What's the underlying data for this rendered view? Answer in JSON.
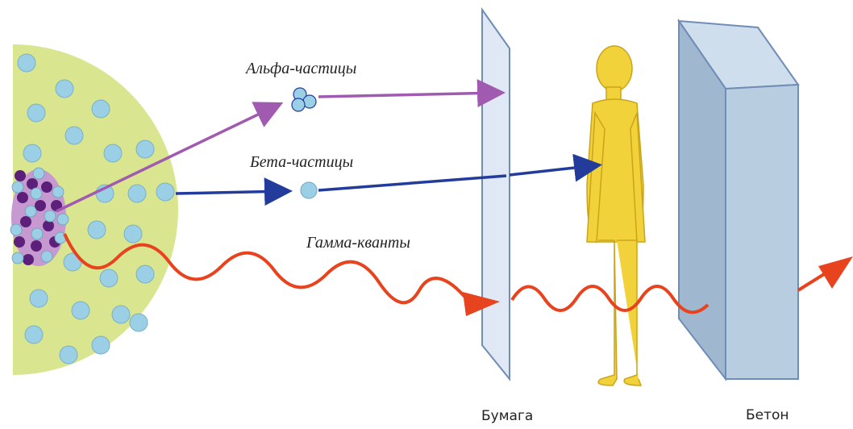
{
  "labels": {
    "alpha": "Альфа-частицы",
    "beta": "Бета-частицы",
    "gamma": "Гамма-кванты",
    "paper": "Бумага",
    "concrete": "Бетон"
  },
  "colors": {
    "source_disc": "#d9e68f",
    "particle": "#9bcfe6",
    "nucleus_dark": "#5c1f7a",
    "alpha_arrow": "#a05ab0",
    "beta_arrow": "#233c9c",
    "gamma_wave": "#e8431f",
    "paper_sheet": "#dfe8f4",
    "concrete_block": "#b9cde0",
    "human": "#f2d23a"
  },
  "icons": [
    "atom-source",
    "alpha-particle-icon",
    "beta-particle-icon",
    "human-figure-icon",
    "paper-sheet",
    "concrete-block"
  ]
}
